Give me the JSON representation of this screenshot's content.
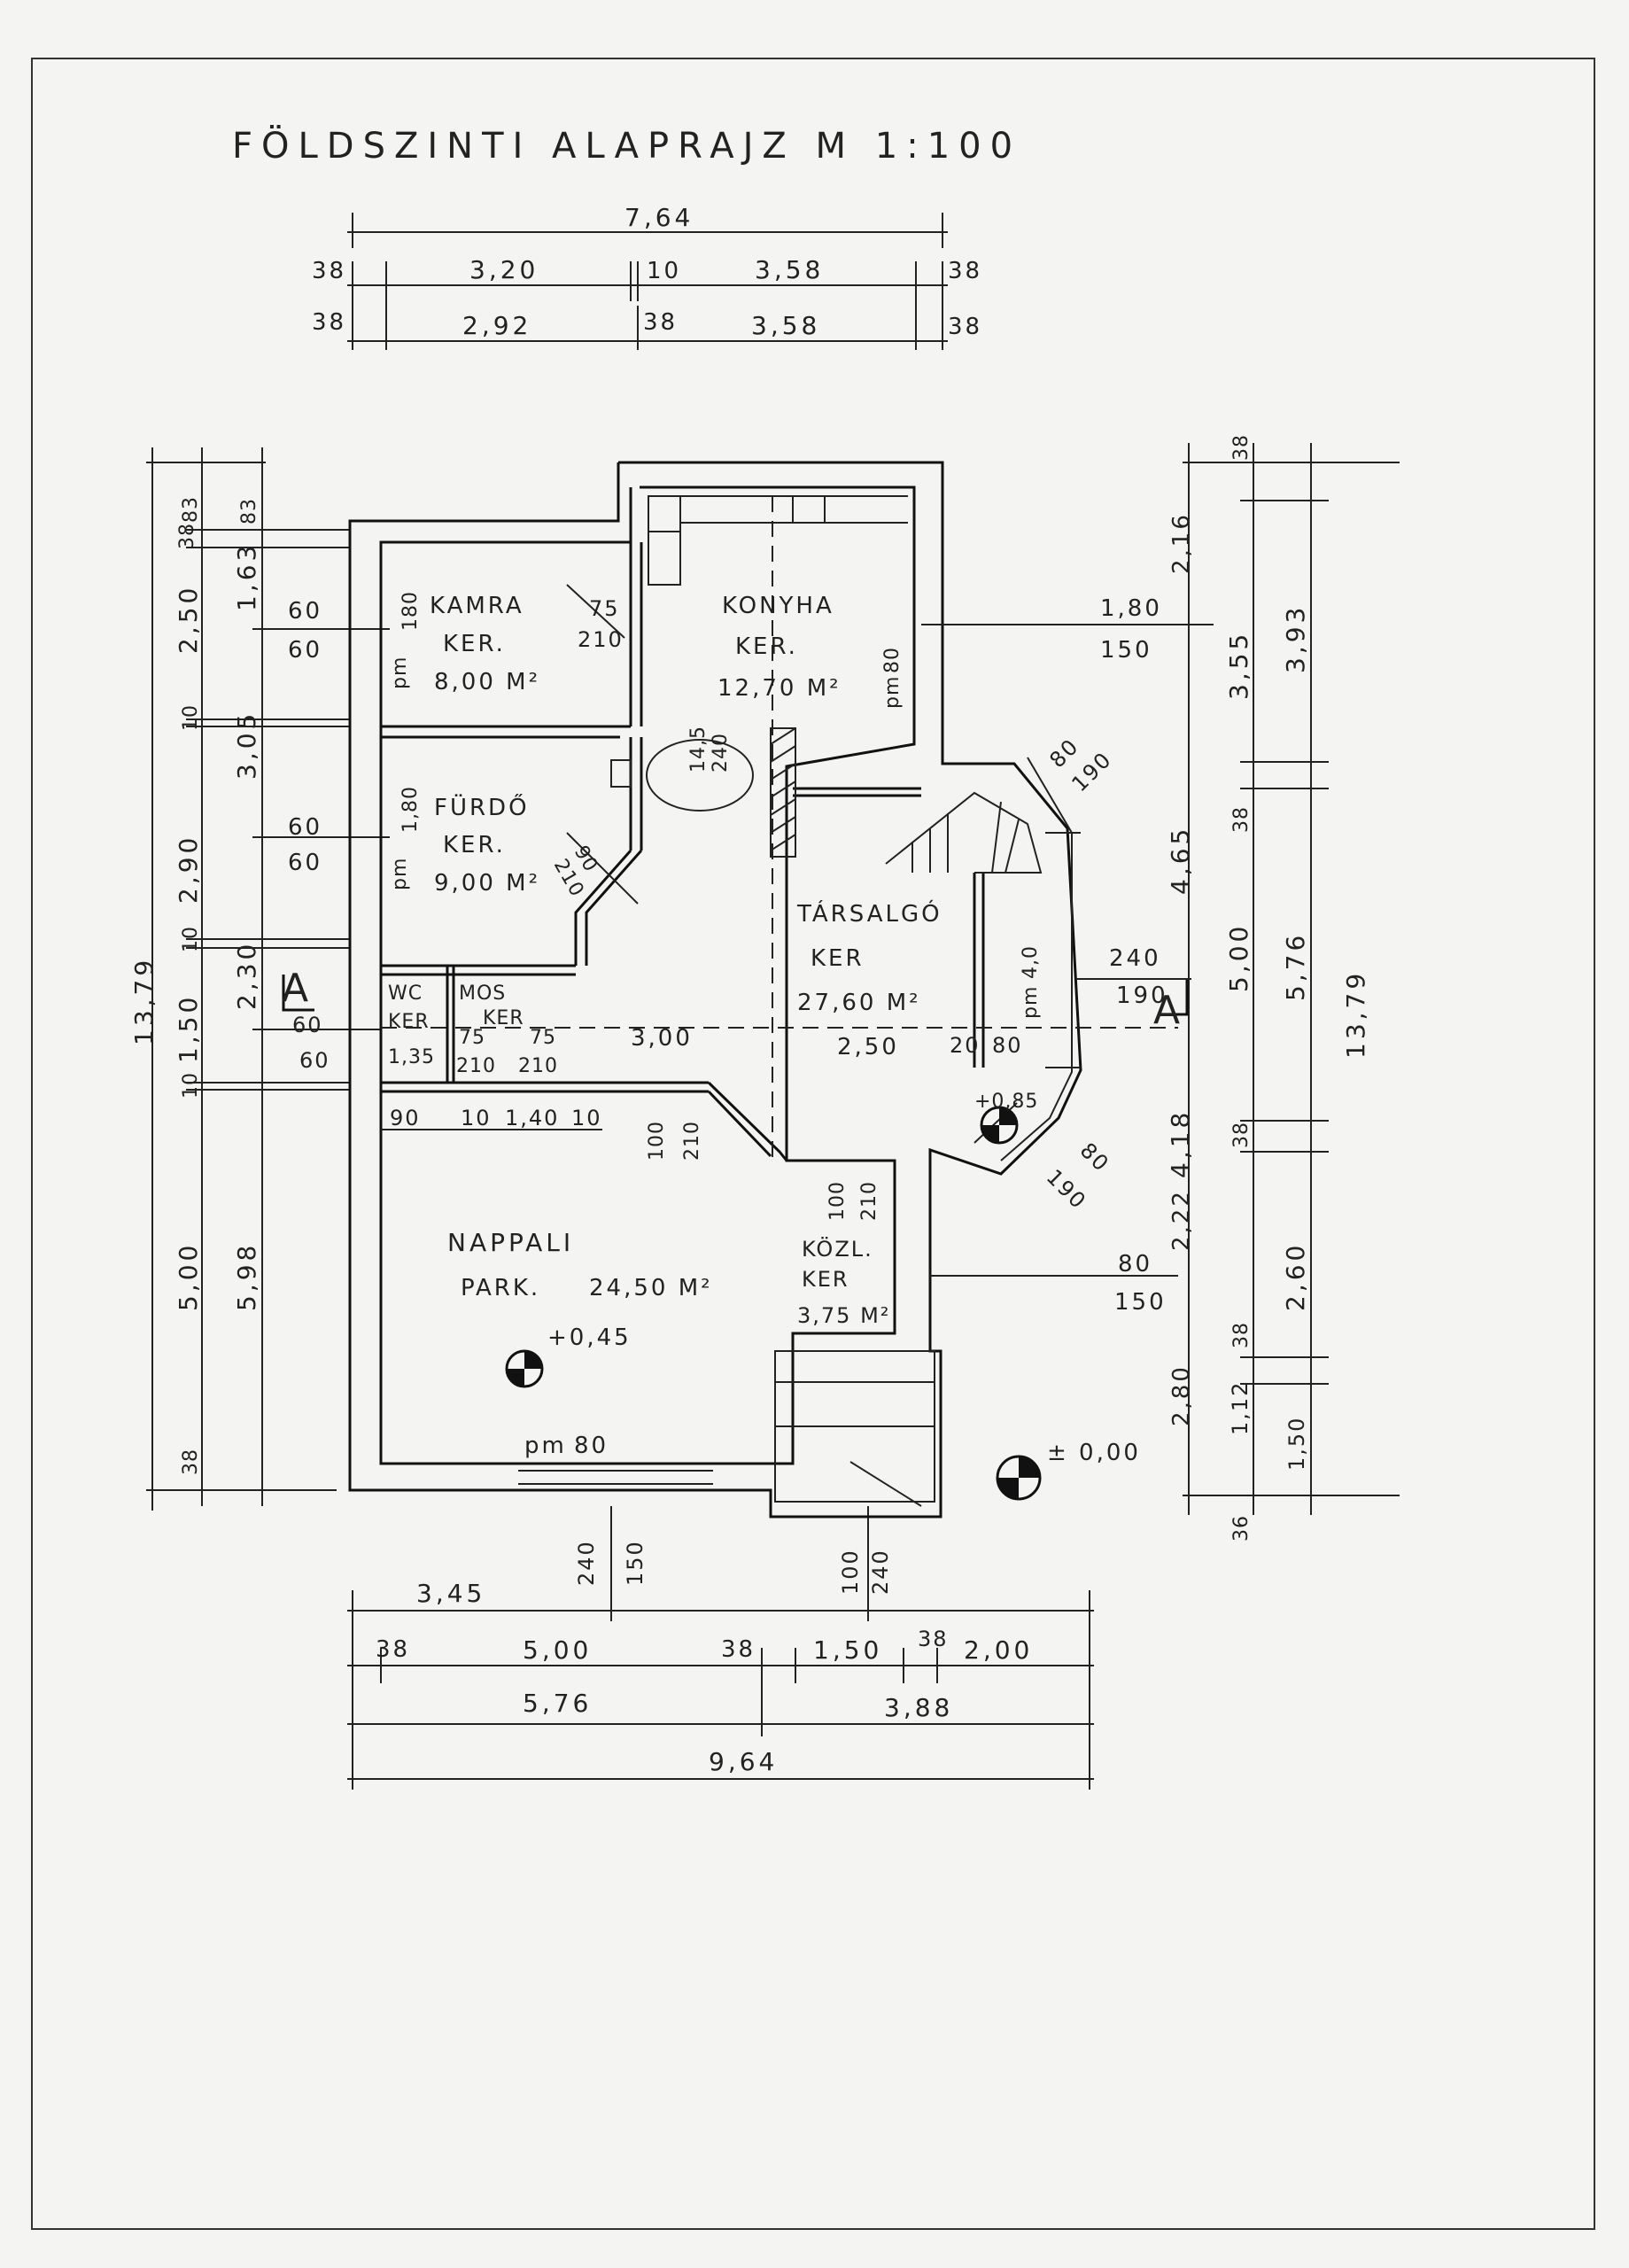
{
  "title": "FÖLDSZINTI   ALAPRAJZ   M 1:100",
  "rooms": {
    "kamra": {
      "name": "KAMRA",
      "floor": "KER.",
      "area": "8,00 M²"
    },
    "konyha": {
      "name": "KONYHA",
      "floor": "KER.",
      "area": "12,70 M²"
    },
    "furdo": {
      "name": "FÜRDŐ",
      "floor": "KER.",
      "area": "9,00 M²"
    },
    "wc": {
      "name": "WC",
      "floor": "KER",
      "area": "1,35"
    },
    "mos": {
      "name": "MOS",
      "floor": "KER"
    },
    "tarsalgo": {
      "name": "TÁRSALGÓ",
      "floor": "KER",
      "area": "27,60 M²"
    },
    "nappali": {
      "name": "NAPPALI",
      "floor": "PARK.",
      "area": "24,50 M²"
    },
    "kozl": {
      "name": "KÖZL.",
      "floor": "KER",
      "area": "3,75 M²"
    }
  },
  "levels": {
    "nappali": "+0,45",
    "tarsalgo": "+0,85",
    "outside": "± 0,00"
  },
  "section_mark": "A",
  "dims_top": {
    "overall": "7,64",
    "row1": [
      "38",
      "3,20",
      "10",
      "3,58",
      "38"
    ],
    "row2": [
      "38",
      "2,92",
      "38",
      "3,58",
      "38"
    ]
  },
  "dims_left": {
    "overall": "13,79",
    "outer": [
      "38",
      "2,50",
      "10",
      "2,90",
      "10",
      "1,50",
      "10",
      "5,00",
      "38"
    ],
    "inner": [
      "83",
      "1,63",
      "3,05",
      "2,30",
      "5,98"
    ],
    "top": "83"
  },
  "dims_right": {
    "overall": "13,79",
    "col1": [
      "2,16",
      "4,65",
      "4,18",
      "2,22",
      "2,80"
    ],
    "col2": [
      "38",
      "3,55",
      "38",
      "5,00",
      "38",
      "38",
      "1,12",
      "36"
    ],
    "col3": [
      "3,93",
      "5,76",
      "2,60",
      "1,50"
    ]
  },
  "dims_bottom": {
    "overall": "9,64",
    "left": "3,45",
    "row1": [
      "38",
      "5,00",
      "38",
      "1,50",
      "38",
      "2,00"
    ],
    "row2": [
      "5,76",
      "3,88"
    ]
  },
  "openings": {
    "kamra_win": [
      "60",
      "60",
      "pm",
      "180"
    ],
    "furdo_win": [
      "60",
      "60",
      "pm",
      "1,80"
    ],
    "wc_win": [
      "60",
      "60"
    ],
    "konyha_win": [
      "pm",
      "80",
      "1,80",
      "150"
    ],
    "kamra_door": [
      "75",
      "210"
    ],
    "chimney": [
      "14,5",
      "240"
    ],
    "furdo_door": [
      "90",
      "210"
    ],
    "wc_door": [
      "75",
      "210"
    ],
    "mos_door": [
      "75",
      "210"
    ],
    "tarsalgo_win": [
      "pm",
      "4,0",
      "240",
      "190"
    ],
    "bay_top": [
      "80",
      "190"
    ],
    "bay_bottom": [
      "80",
      "190"
    ],
    "mid": [
      "3,00",
      "2,50",
      "20",
      "80"
    ],
    "nappali_top": [
      "90",
      "10",
      "1,40",
      "10"
    ],
    "nappali_door": [
      "100",
      "210"
    ],
    "kozl_door": [
      "100",
      "210"
    ],
    "kozl_win": [
      "80",
      "150"
    ],
    "nappali_win": [
      "pm",
      "80",
      "240",
      "150"
    ],
    "entry_door": [
      "100",
      "240"
    ]
  }
}
